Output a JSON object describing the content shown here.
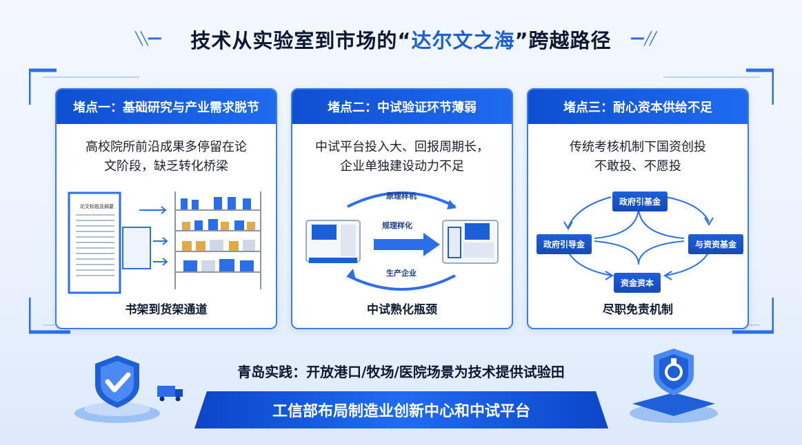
{
  "title": {
    "prefix": "技术从实验室到市场的“",
    "highlight": "达尔文之海",
    "suffix": "”跨越路径"
  },
  "cards": [
    {
      "header": "堵点一：基础研究与产业需求脱节",
      "desc_line1": "高校院所前沿成果多停留在论",
      "desc_line2": "文阶段，缺乏转化桥梁",
      "footer": "书架到货架通道",
      "doc_title": "论文标题及摘要"
    },
    {
      "header": "堵点二：中试验证环节薄弱",
      "desc_line1": "中试平台投入大、回报周期长，",
      "desc_line2": "企业单独建设动力不足",
      "footer": "中试熟化瓶颈",
      "flow_top": "原理样机",
      "flow_mid": "规理样化",
      "flow_bottom": "生产企业"
    },
    {
      "header": "堵点三：耐心资本供给不足",
      "desc_line1": "传统考核机制下国资创投",
      "desc_line2": "不敢投、不愿投",
      "footer": "尽职免责机制",
      "node_top": "政府引基金",
      "node_left": "政府引导金",
      "node_right": "与资资基金",
      "node_bottom": "资金资本"
    }
  ],
  "practice": "青岛实践：开放港口/牧场/医院场景为技术提供试验田",
  "banner": "工信部布局制造业创新中心和中试平台",
  "colors": {
    "primary": "#1549b8",
    "accent": "#2b6ee8",
    "text": "#0b1633"
  }
}
